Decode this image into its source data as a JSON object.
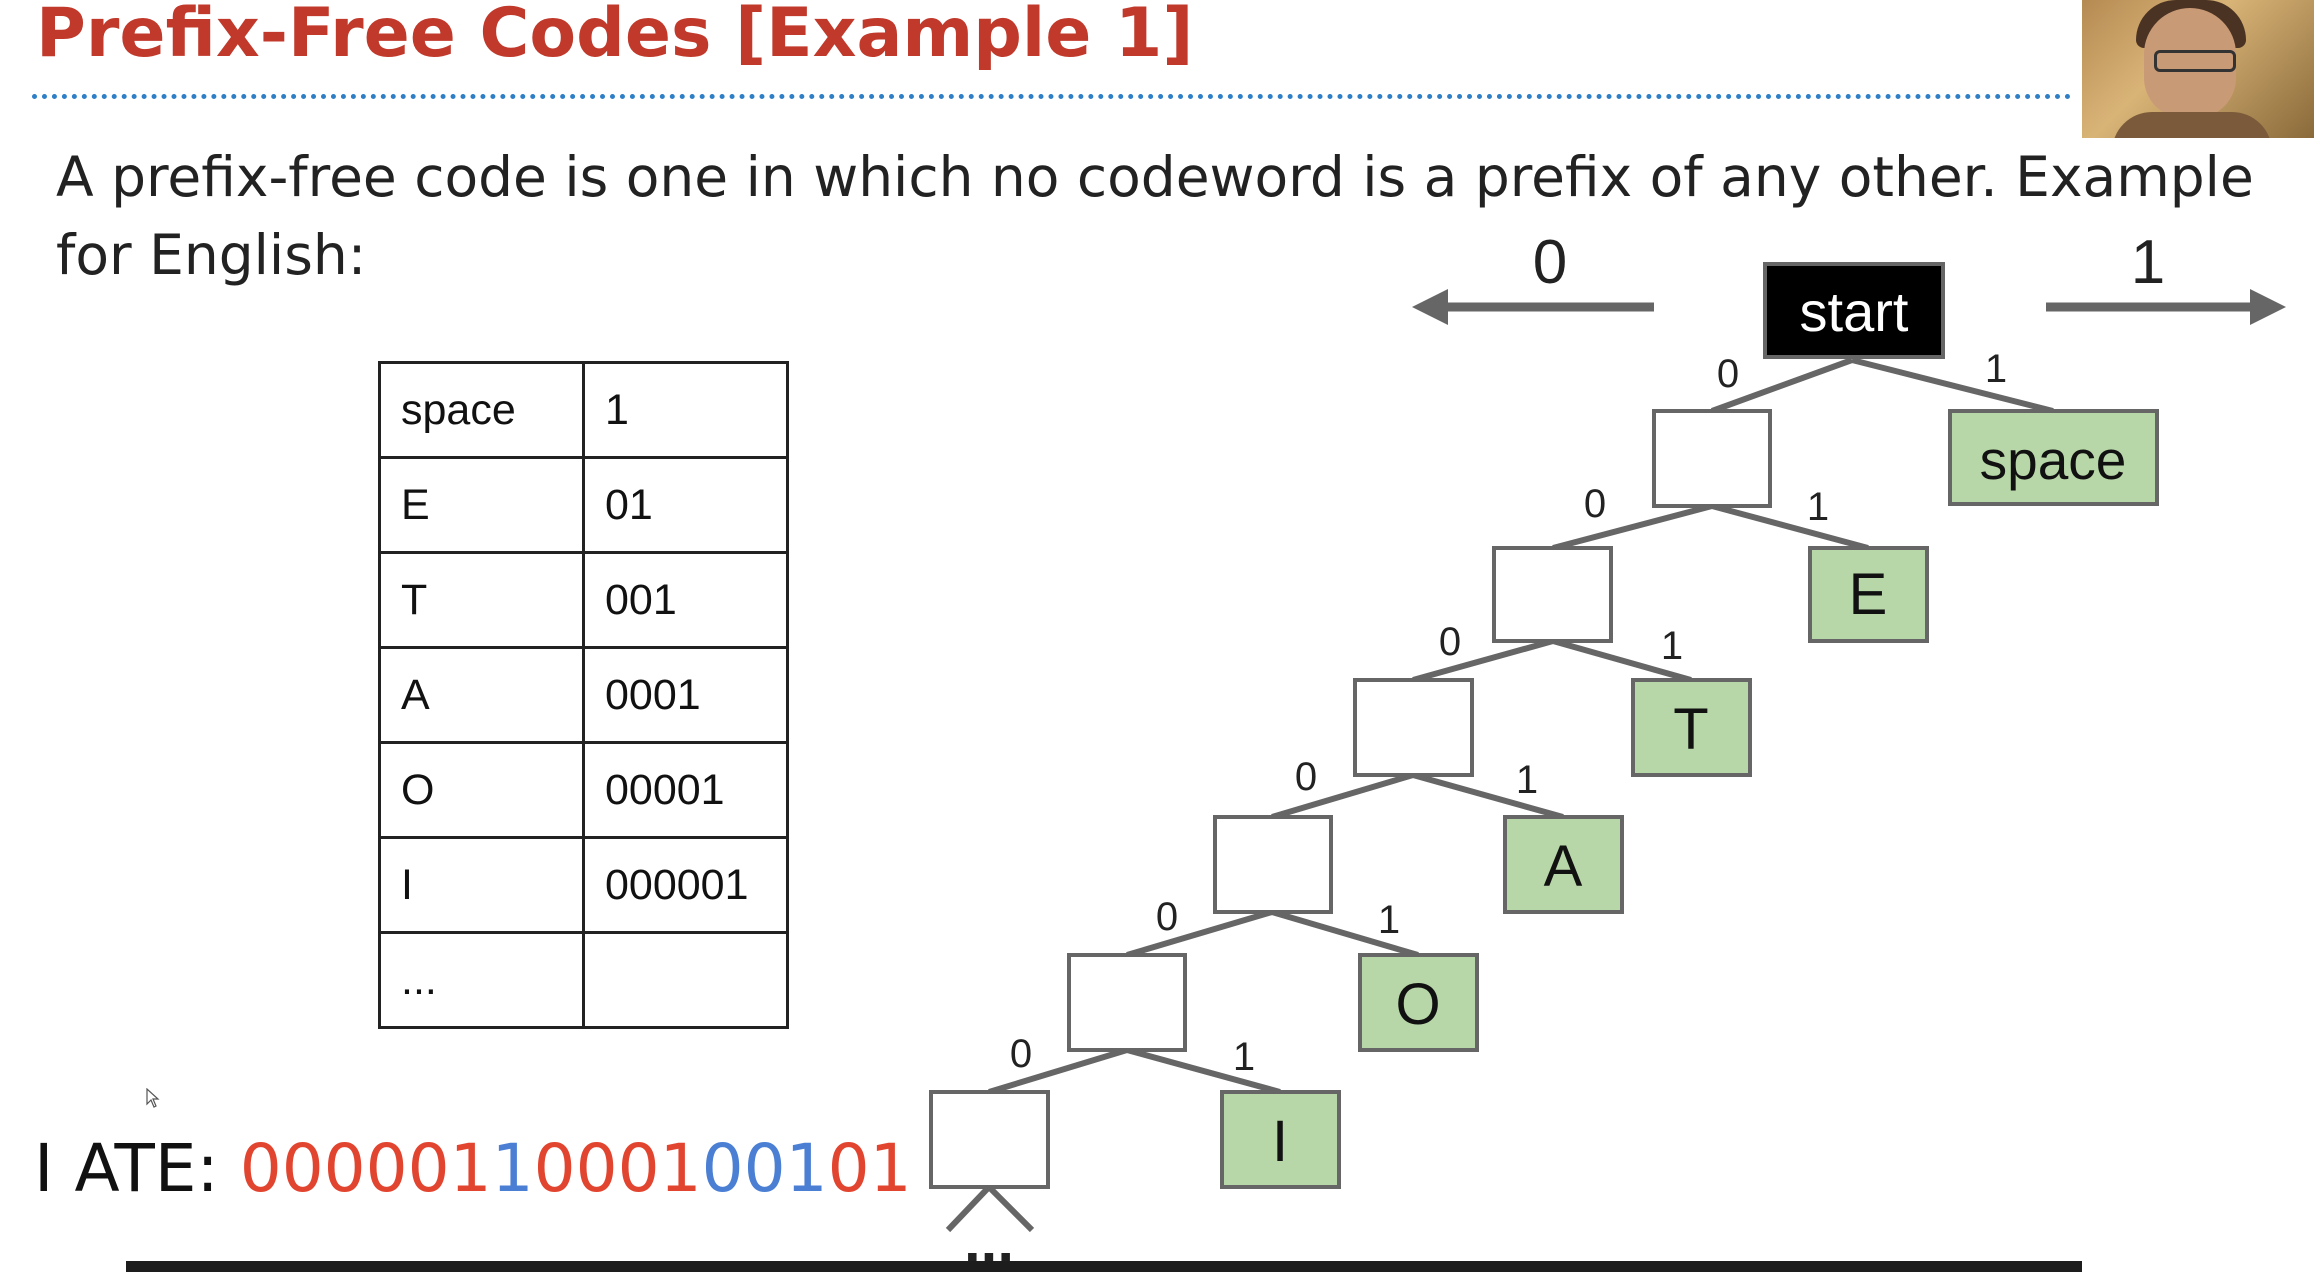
{
  "slide": {
    "title": "Prefix-Free Codes [Example 1]",
    "intro": "A prefix-free code is one in which no codeword is a prefix of any other. Example for English:"
  },
  "table": {
    "rows": [
      {
        "symbol": "space",
        "code": "1"
      },
      {
        "symbol": "E",
        "code": "01"
      },
      {
        "symbol": "T",
        "code": "001"
      },
      {
        "symbol": "A",
        "code": "0001"
      },
      {
        "symbol": "O",
        "code": "00001"
      },
      {
        "symbol": "I",
        "code": "000001"
      },
      {
        "symbol": "...",
        "code": ""
      }
    ]
  },
  "tree": {
    "root_label": "start",
    "direction_left": "0",
    "direction_right": "1",
    "leaves": [
      "space",
      "E",
      "T",
      "A",
      "O",
      "I"
    ],
    "edge_zero": "0",
    "edge_one": "1",
    "ellipsis": "...",
    "colors": {
      "root_fill": "#000000",
      "leaf_fill": "#b7d7a8",
      "edge": "#666666",
      "arrow": "#666666"
    }
  },
  "encoding": {
    "label": "I ATE: ",
    "segments": [
      {
        "text": "000001",
        "color": "red"
      },
      {
        "text": "1",
        "color": "blue"
      },
      {
        "text": "0001",
        "color": "red"
      },
      {
        "text": "001",
        "color": "blue"
      },
      {
        "text": "01",
        "color": "red"
      }
    ]
  }
}
